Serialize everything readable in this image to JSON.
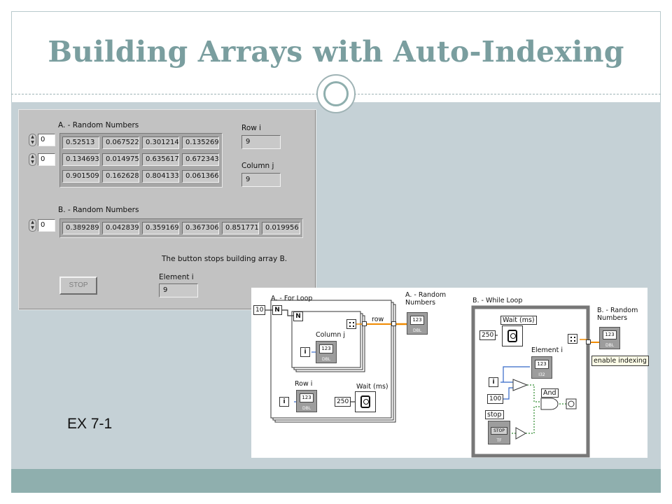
{
  "slide": {
    "title": "Building Arrays with Auto-Indexing",
    "exercise_label": "EX 7-1",
    "colors": {
      "title": "#7a9e9f",
      "content_band": "#c5d1d6",
      "footer_band": "#8fafae"
    }
  },
  "front_panel": {
    "array_a": {
      "label": "A. - Random Numbers",
      "row_index": "0",
      "col_index": "0",
      "rows": [
        [
          "0.52513",
          "0.067522",
          "0.301214",
          "0.135269"
        ],
        [
          "0.134693",
          "0.014975",
          "0.635617",
          "0.672343"
        ],
        [
          "0.901509",
          "0.162628",
          "0.804133",
          "0.061366"
        ]
      ]
    },
    "row_i": {
      "label": "Row i",
      "value": "9"
    },
    "column_j": {
      "label": "Column j",
      "value": "9"
    },
    "array_b": {
      "label": "B. - Random Numbers",
      "index": "0",
      "values": [
        "0.389289",
        "0.042839",
        "0.359169",
        "0.367306",
        "0.851771",
        "0.019956"
      ]
    },
    "note": "The button stops building array B.",
    "stop_button": "STOP",
    "element_i": {
      "label": "Element i",
      "value": "9"
    }
  },
  "block_diagram": {
    "for_loop": {
      "label": "A. - For Loop",
      "count_constant": "10",
      "count_terminal": "N",
      "inner_count_terminal": "N",
      "column_label": "Column j",
      "row_label": "Row i",
      "iteration": "i",
      "wire_label": "row",
      "wait_label": "Wait (ms)",
      "wait_constant": "250"
    },
    "array_a_terminal": {
      "label": "A. - Random Numbers",
      "icon_text": "123",
      "type": "DBL"
    },
    "while_loop": {
      "label": "B. - While Loop",
      "wait_label": "Wait (ms)",
      "wait_constant": "250",
      "element_label": "Element i",
      "element_type": "I32",
      "iteration": "i",
      "limit_constant": "100",
      "and_label": "And",
      "stop_label": "stop",
      "stop_text": "STOP",
      "stop_type": "TF"
    },
    "array_b_terminal": {
      "label": "B. - Random Numbers",
      "icon_text": "123",
      "type": "DBL"
    },
    "tooltip": "enable indexing",
    "terminal_text": "123",
    "terminal_type_dbl": "DBL"
  }
}
